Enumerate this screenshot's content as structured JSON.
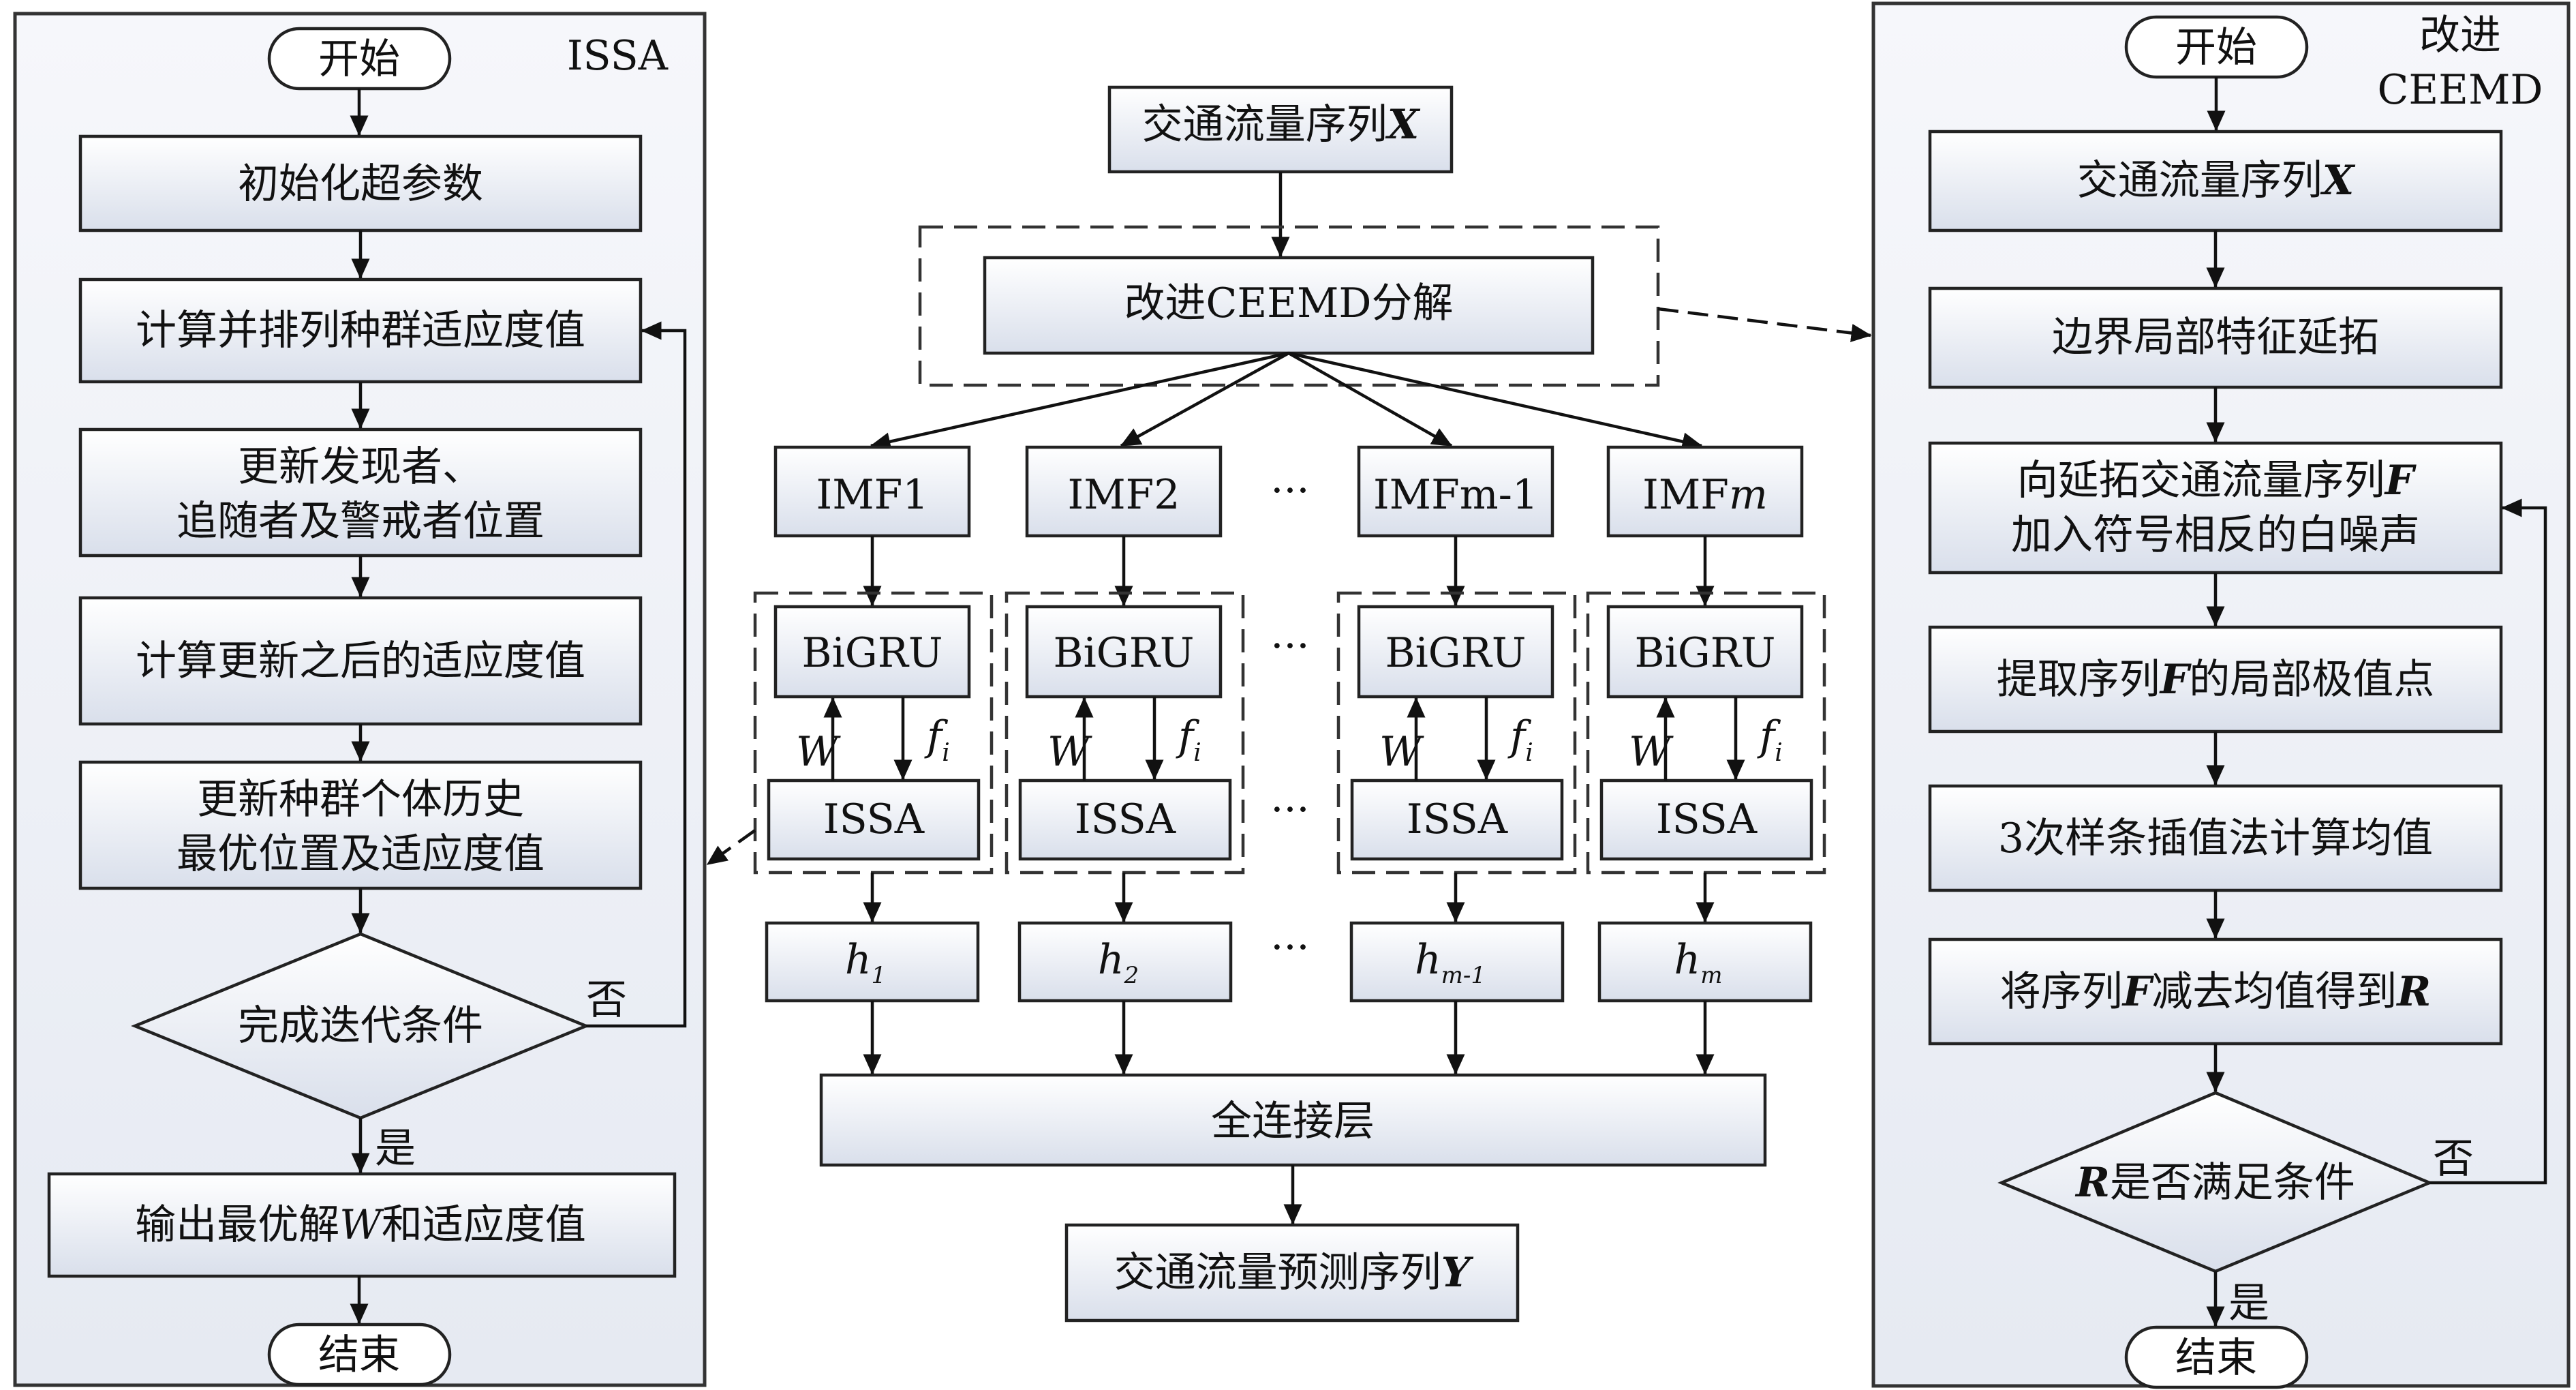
{
  "issa_panel": {
    "title": "ISSA",
    "start": "开始",
    "steps": [
      "初始化超参数",
      "计算并排列种群适应度值",
      [
        "更新发现者、",
        "追随者及警戒者位置"
      ],
      "计算更新之后的适应度值",
      [
        "更新种群个体历史",
        "最优位置及适应度值"
      ]
    ],
    "decision": "完成迭代条件",
    "no": "否",
    "yes": "是",
    "output": {
      "prefix": "输出最优解",
      "var": "W",
      "suffix": "和适应度值"
    },
    "end": "结束"
  },
  "center": {
    "input": {
      "text": "交通流量序列",
      "var": "X"
    },
    "decomp": "改进CEEMD分解",
    "imfs": [
      "IMF1",
      "IMF2",
      "IMFm-1",
      "IMFm"
    ],
    "imf_last": {
      "text": "IMF",
      "var": "m"
    },
    "ellipsis": "···",
    "bigru": "BiGRU",
    "issa": "ISSA",
    "w": "W",
    "f": "f",
    "f_sub": "i",
    "h": "h",
    "h_subs": [
      "1",
      "2",
      "m-1",
      "m"
    ],
    "fc": "全连接层",
    "output": {
      "text": "交通流量预测序列",
      "var": "Y"
    }
  },
  "ceemd_panel": {
    "title": [
      "改进",
      "CEEMD"
    ],
    "start": "开始",
    "step1": {
      "text": "交通流量序列",
      "var": "X"
    },
    "step2": "边界局部特征延拓",
    "step3": {
      "line1": "向延拓交通流量序列",
      "var": "F",
      "line2": "加入符号相反的白噪声"
    },
    "step4": {
      "pre": "提取序列",
      "var": "F",
      "post": "的局部极值点"
    },
    "step5": "3次样条插值法计算均值",
    "step6": {
      "pre": "将序列",
      "var1": "F",
      "mid": "减去均值得到",
      "var2": "R"
    },
    "decision": {
      "var": "R",
      "text": "是否满足条件"
    },
    "no": "否",
    "yes": "是",
    "end": "结束"
  },
  "colors": {
    "box_top": "#ffffff",
    "box_bottom": "#d8deea",
    "panel": "#eef1f7",
    "stroke": "#222222"
  }
}
